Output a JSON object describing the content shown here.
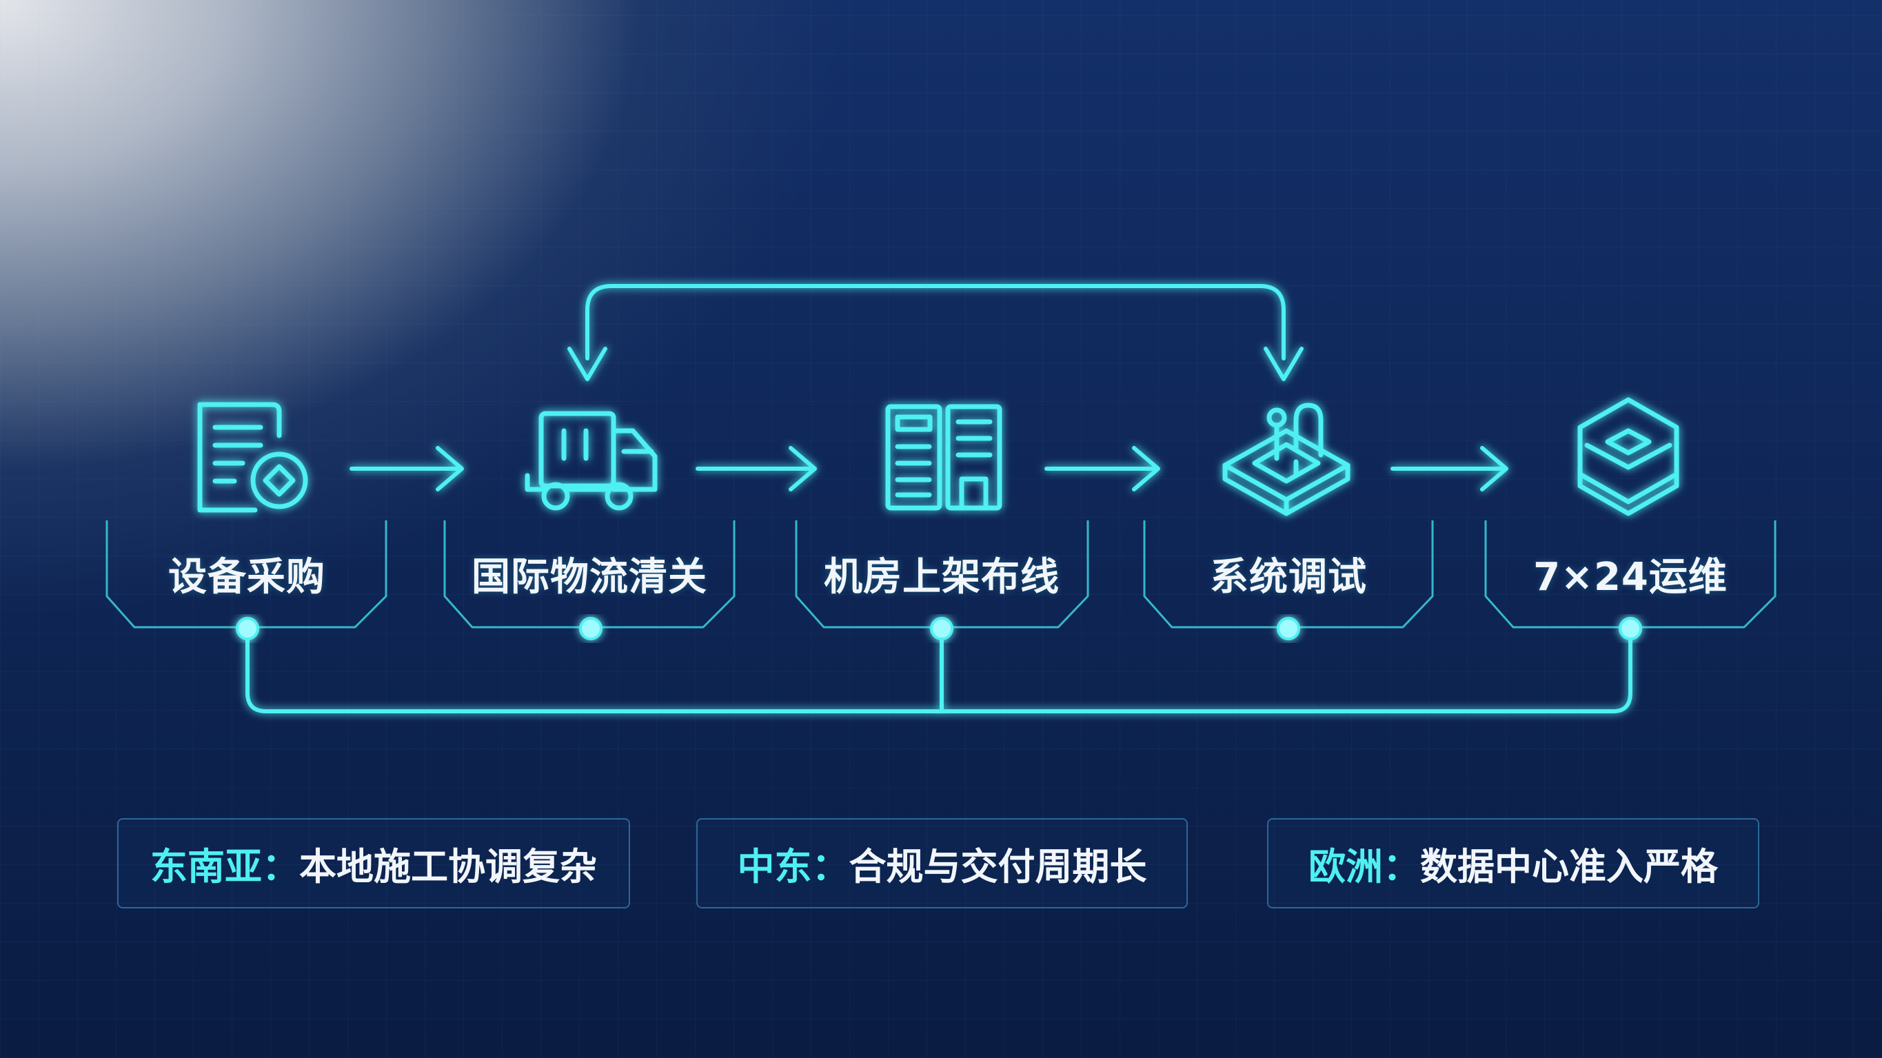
{
  "colors": {
    "accent": "#4ff0f2",
    "text": "#f2f6fb",
    "background_dark": "#0a1c42"
  },
  "process": {
    "steps": [
      {
        "label": "设备采购",
        "icon": "procurement-document-icon"
      },
      {
        "label": "国际物流清关",
        "icon": "truck-icon"
      },
      {
        "label": "机房上架布线",
        "icon": "server-rack-icon"
      },
      {
        "label": "系统调试",
        "icon": "debug-joystick-icon"
      },
      {
        "label": "7×24运维",
        "icon": "operations-cube-icon"
      }
    ]
  },
  "challenges": [
    {
      "region": "东南亚",
      "separator": "：",
      "text": "本地施工协调复杂"
    },
    {
      "region": "中东",
      "separator": "：",
      "text": "合规与交付周期长"
    },
    {
      "region": "欧洲",
      "separator": "：",
      "text": "数据中心准入严格"
    }
  ]
}
